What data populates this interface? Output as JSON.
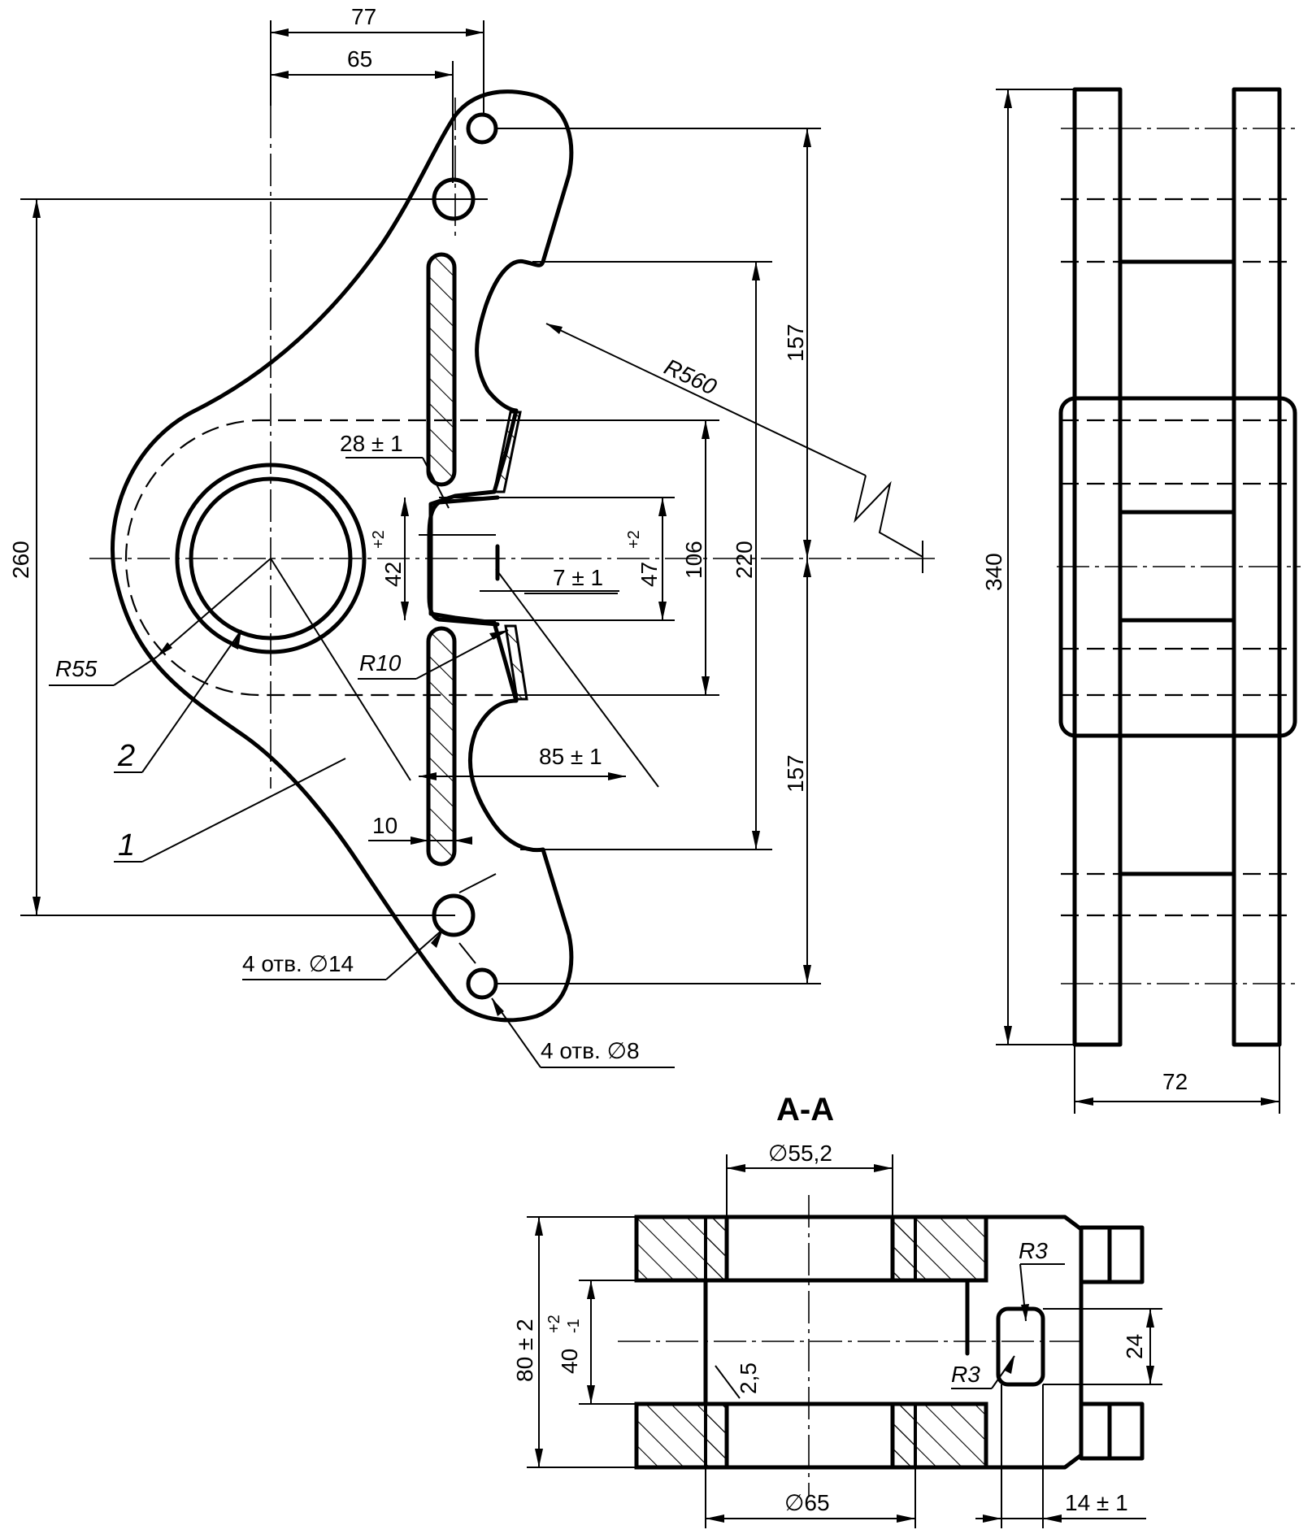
{
  "main_view": {
    "dim_77": "77",
    "dim_65": "65",
    "dim_157_top": "157",
    "dim_157_bottom": "157",
    "dim_260": "260",
    "dim_220": "220",
    "dim_106": "106",
    "dim_47": "47",
    "dim_47_tol": "+2",
    "dim_42": "42",
    "dim_42_tol": "+2",
    "dim_28": "28 ± 1",
    "dim_7": "7 ± 1",
    "dim_85": "85 ± 1",
    "dim_10": "10",
    "radius_560": "R560",
    "radius_55": "R55",
    "radius_10": "R10",
    "holes_14": "4 отв. ∅14",
    "holes_8": "4 отв. ∅8",
    "part_1": "1",
    "part_2": "2"
  },
  "side_view": {
    "dim_340": "340",
    "dim_72": "72"
  },
  "section": {
    "title": "А-А",
    "dim_diam_55": "∅55,2",
    "dim_diam_65": "∅65",
    "dim_80": "80 ± 2",
    "dim_40": "40",
    "dim_40_tol_upper": "+2",
    "dim_40_tol_lower": "-1",
    "chamfer": "2,5",
    "r3_top": "R3",
    "r3_bottom": "R3",
    "dim_24": "24",
    "dim_14": "14 ± 1"
  }
}
